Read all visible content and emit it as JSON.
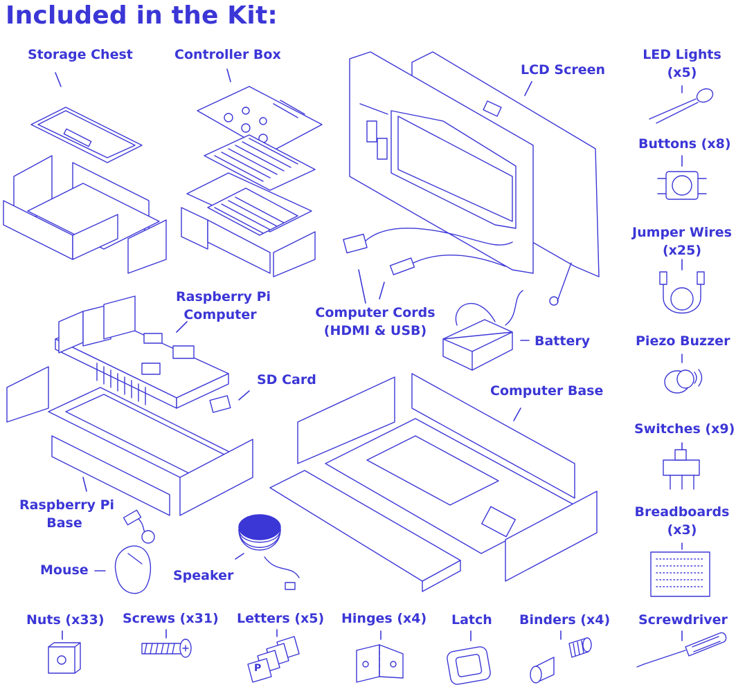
{
  "title": "Included in the Kit:",
  "items": {
    "storage_chest": "Storage Chest",
    "controller_box": "Controller Box",
    "lcd_screen": "LCD Screen",
    "led_lights": "LED Lights",
    "led_lights_qty": "(x5)",
    "buttons": "Buttons (x8)",
    "jumper_wires": "Jumper Wires",
    "jumper_wires_qty": "(x25)",
    "raspberry_pi_computer_1": "Raspberry Pi",
    "raspberry_pi_computer_2": "Computer",
    "computer_cords_1": "Computer Cords",
    "computer_cords_2": "(HDMI & USB)",
    "battery": "Battery",
    "piezo_buzzer": "Piezo Buzzer",
    "sd_card": "SD Card",
    "computer_base": "Computer Base",
    "switches": "Switches (x9)",
    "raspberry_pi_base_1": "Raspberry Pi",
    "raspberry_pi_base_2": "Base",
    "breadboards": "Breadboards",
    "breadboards_qty": "(x3)",
    "mouse": "Mouse",
    "speaker": "Speaker",
    "nuts": "Nuts (x33)",
    "screws": "Screws (x31)",
    "letters": "Letters (x5)",
    "hinges": "Hinges (x4)",
    "latch": "Latch",
    "binders": "Binders (x4)",
    "screwdriver": "Screwdriver",
    "letter_p": "P"
  },
  "colors": {
    "ink": "#3b36d6",
    "background": "#ffffff"
  }
}
